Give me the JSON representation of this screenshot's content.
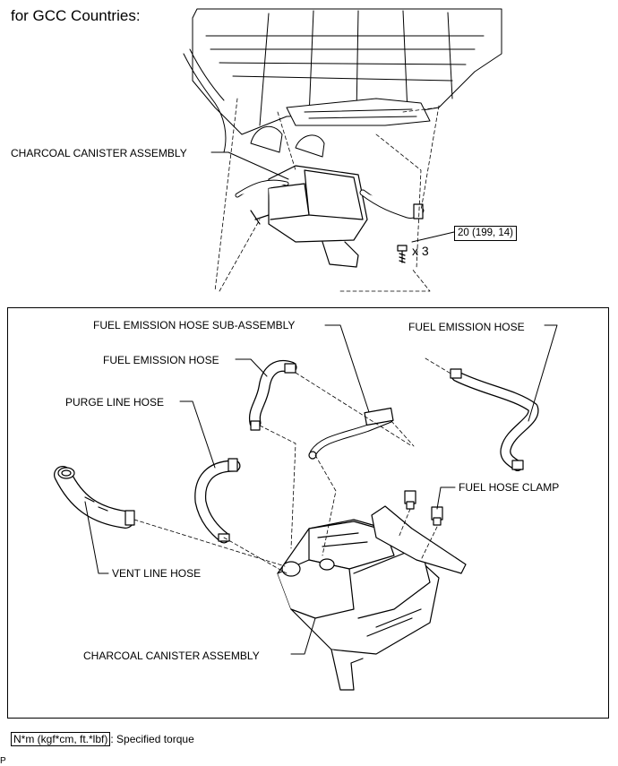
{
  "heading": "for GCC Countries:",
  "top_view": {
    "canister_label": "CHARCOAL CANISTER ASSEMBLY",
    "torque_value": "20 (199, 14)",
    "bolt_quantity": "x 3"
  },
  "detail_view": {
    "fuel_emission_hose_sub_assembly": "FUEL EMISSION HOSE SUB-ASSEMBLY",
    "fuel_emission_hose_right": "FUEL EMISSION HOSE",
    "fuel_emission_hose_left": "FUEL EMISSION HOSE",
    "purge_line_hose": "PURGE LINE HOSE",
    "fuel_hose_clamp": "FUEL HOSE CLAMP",
    "vent_line_hose": "VENT LINE HOSE",
    "canister_label": "CHARCOAL CANISTER ASSEMBLY"
  },
  "legend": {
    "unit_box": "N*m (kgf*cm, ft.*lbf)",
    "description": ": Specified torque"
  },
  "figure_code": "P"
}
